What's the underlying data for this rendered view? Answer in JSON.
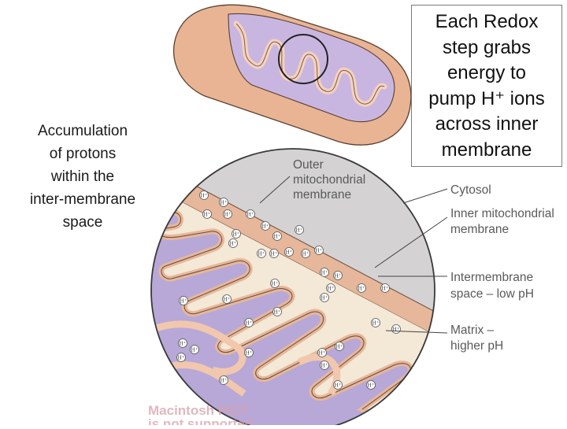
{
  "left_caption": {
    "lines": [
      "Accumulation",
      "of protons",
      "within the",
      "inter-membrane",
      "space"
    ]
  },
  "callout": {
    "lines": [
      "Each Redox",
      "step grabs",
      "energy to",
      "pump H⁺ ions",
      "across inner",
      "membrane"
    ]
  },
  "labels": {
    "outer_membrane": [
      "Outer",
      "mitochondrial",
      "membrane"
    ],
    "cytosol": "Cytosol",
    "inner_membrane": [
      "Inner mitochondrial",
      "membrane"
    ],
    "intermembrane_space": [
      "Intermembrane",
      "space – low pH"
    ],
    "matrix": [
      "Matrix –",
      "higher pH"
    ]
  },
  "ion_symbol": "H⁺",
  "watermark": {
    "lines": [
      "Macintosh PICT",
      "is not supported"
    ]
  },
  "colors": {
    "matrix": "#b7a8d8",
    "membrane": "#e6b79a",
    "intermembrane": "#f4e8d6",
    "cytosol": "#d4d2d2",
    "crista_fold": "#f1c7ad",
    "outline": "#3a3a3a"
  }
}
